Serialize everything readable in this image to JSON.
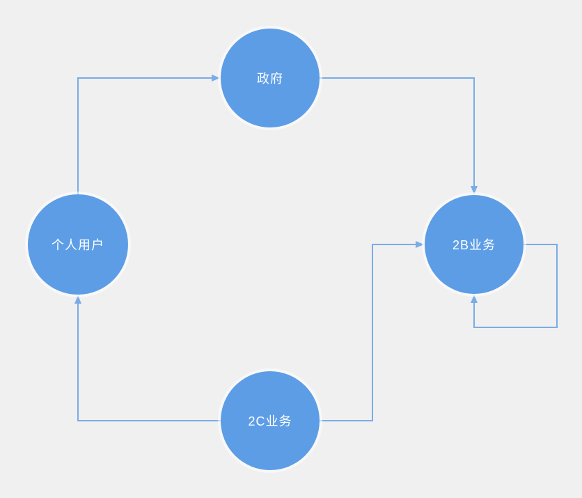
{
  "diagram": {
    "colors": {
      "background": "#f0f0f0",
      "node_fill": "#5d9de6",
      "line_color": "#7aace6",
      "text_color": "#ffffff"
    },
    "nodes": [
      {
        "id": "government",
        "label": "政府"
      },
      {
        "id": "individual-user",
        "label": "个人用户"
      },
      {
        "id": "b2b-business",
        "label": "2B业务"
      },
      {
        "id": "b2c-business",
        "label": "2C业务"
      }
    ],
    "edges": [
      {
        "from": "individual-user",
        "to": "government"
      },
      {
        "from": "government",
        "to": "b2b-business"
      },
      {
        "from": "b2c-business",
        "to": "b2b-business"
      },
      {
        "from": "b2c-business",
        "to": "individual-user"
      },
      {
        "from": "b2b-business",
        "to": "b2b-business",
        "note": "self-loop"
      }
    ]
  }
}
